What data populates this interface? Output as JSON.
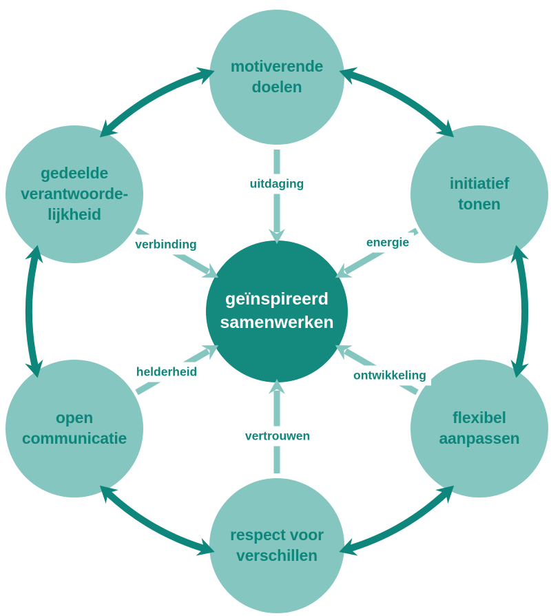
{
  "diagram": {
    "type": "circular-relationship-diagram",
    "language": "nl"
  },
  "colors": {
    "node_fill": "#85C6C0",
    "center_fill": "#14897E",
    "arrow_dark": "#0E867B",
    "arrow_light": "#85C6C0",
    "text_dark": "#0E867B",
    "text_light": "#FFFFFF",
    "background": "#FFFFFF"
  },
  "center": {
    "lines": [
      "geïnspireerd",
      "samenwerken"
    ]
  },
  "nodes": [
    {
      "lines": [
        "motiverende",
        "doelen"
      ],
      "spoke_label": "uitdaging"
    },
    {
      "lines": [
        "initiatief",
        "tonen"
      ],
      "spoke_label": "energie"
    },
    {
      "lines": [
        "flexibel",
        "aanpassen"
      ],
      "spoke_label": "ontwikkeling"
    },
    {
      "lines": [
        "respect voor",
        "verschillen"
      ],
      "spoke_label": "vertrouwen"
    },
    {
      "lines": [
        "open",
        "communicatie"
      ],
      "spoke_label": "helderheid"
    },
    {
      "lines": [
        "gedeelde",
        "verantwoorde-",
        "lijkheid"
      ],
      "spoke_label": "verbinding"
    }
  ]
}
